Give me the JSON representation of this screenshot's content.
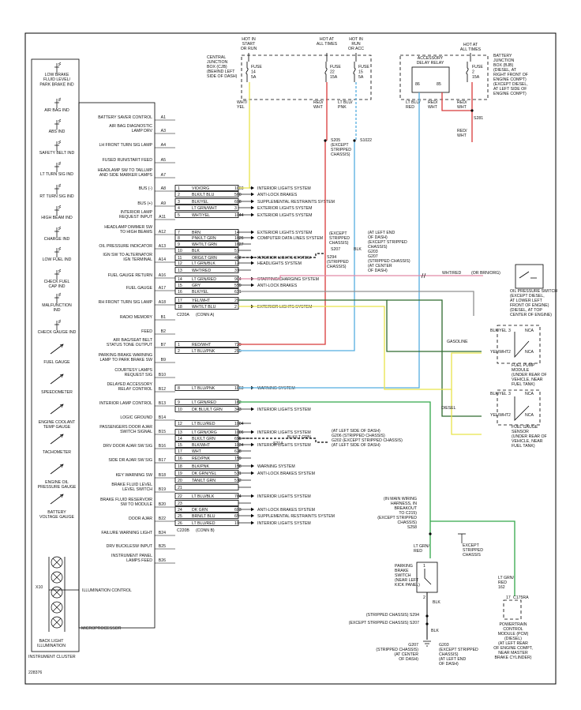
{
  "cluster": {
    "title": "INSTRUMENT CLUSTER",
    "microprocessor": "MICROPROCESSOR",
    "connectors": [
      "C220A",
      "(CONN A)",
      "C220B",
      "(CONN B)"
    ],
    "x10": "X10",
    "left_items": [
      [
        "LOW BRAKE",
        "FLUID LEVEL/",
        "PARK BRAKE IND"
      ],
      [
        "AIR BAG IND"
      ],
      [
        "ABS IND"
      ],
      [
        "SAFETY BELT IND"
      ],
      [
        "LT TURN SIG IND"
      ],
      [
        "RT TURN SIG IND"
      ],
      [
        "HIGH BEAM IND"
      ],
      [
        "CHARGE IND"
      ],
      [
        "LOW FUEL IND"
      ],
      [
        "CHECK FUEL",
        "CAP IND"
      ],
      [
        "MALFUNCTION",
        "IND"
      ],
      [
        "CHECK GAUGE IND"
      ],
      [
        "FUEL GAUGE"
      ],
      [
        "SPEEDOMETER"
      ],
      [
        "ENGINE COOLANT",
        "TEMP GAUGE"
      ],
      [
        "TACHOMETER"
      ],
      [
        "ENGINE OIL",
        "PRESSURE GAUGE"
      ],
      [
        "BATTERY",
        "VOLTAGE GAUGE"
      ]
    ],
    "illumination": "ILLUMINATION CONTROL",
    "backlight": [
      "BACK LIGHT",
      "ILLUMINATION"
    ]
  },
  "pins": [
    {
      "pin": "A1",
      "label": [
        "BATTERY SAVER CONTROL"
      ]
    },
    {
      "pin": "A3",
      "label": [
        "AIR BAG DIAGNOSTIC",
        "LAMP DRV"
      ]
    },
    {
      "pin": "A4",
      "label": [
        "LH FRONT TURN SIG LAMP"
      ]
    },
    {
      "pin": "A5",
      "label": [
        "FUSED RUN/START FEED"
      ]
    },
    {
      "pin": "A7",
      "label": [
        "HEADLAMP SW TO TAILLMP",
        "AND SIDE MARKER LAMPS"
      ]
    },
    {
      "pin": "A8",
      "label": [
        "BUS (-)"
      ]
    },
    {
      "pin": "A9",
      "label": [
        "BUS (+)"
      ]
    },
    {
      "pin": "A11",
      "label": [
        "INTERIOR LAMP",
        "REQUEST INPUT"
      ]
    },
    {
      "pin": "A12",
      "label": [
        "HEADLAMP DIMMER SW",
        "TO HIGH BEAMS"
      ]
    },
    {
      "pin": "A13",
      "label": [
        "OIL PRESSURE INDICATOR"
      ]
    },
    {
      "pin": "A14",
      "label": [
        "IGN SW TO ALTERNATOR",
        "IGN TERMINAL"
      ]
    },
    {
      "pin": "A16",
      "label": [
        "FUEL GAUGE RETURN"
      ]
    },
    {
      "pin": "A17",
      "label": [
        "FUEL GAUGE"
      ]
    },
    {
      "pin": "A18",
      "label": [
        "RH FRONT TURN SIG LAMP"
      ]
    },
    {
      "pin": "B1",
      "label": [
        "RADIO MEMORY"
      ]
    },
    {
      "pin": "B2",
      "label": [
        "FEED"
      ]
    },
    {
      "pin": "B7",
      "label": [
        "AIR BAG/SEAT BELT",
        "STATUS TONE OUTPUT"
      ]
    },
    {
      "pin": "B9",
      "label": [
        "PARKING BRAKE WARNING",
        "LAMP TO PARK BRAKE SW"
      ]
    },
    {
      "pin": "B10",
      "label": [
        "COURTESY LAMPS",
        "REQUEST SIG"
      ]
    },
    {
      "pin": "B12",
      "label": [
        "DELAYED ACCESSORY",
        "RELAY CONTROL"
      ]
    },
    {
      "pin": "B13",
      "label": [
        "INTERIOR LAMP CONTROL"
      ]
    },
    {
      "pin": "B14",
      "label": [
        "LOGIC GROUND"
      ]
    },
    {
      "pin": "B15",
      "label": [
        "PASSENGERS DOOR AJAR",
        "SWITCH SIGNAL"
      ]
    },
    {
      "pin": "B16",
      "label": [
        "DRV DOOR AJAR SW SIG"
      ]
    },
    {
      "pin": "B17",
      "label": [
        "SIDE DR AJAR SW SIG"
      ]
    },
    {
      "pin": "B18",
      "label": [
        "KEY WARNING SW"
      ]
    },
    {
      "pin": "B19",
      "label": [
        "BRAKE FLUID LEVEL",
        "LEVEL SWITCH"
      ]
    },
    {
      "pin": "B20",
      "label": [
        "BRAKE FLUID RESERVOIR",
        "SW TO MODULE"
      ]
    },
    {
      "pin": "B22",
      "label": [
        "DOOR AJAR"
      ]
    },
    {
      "pin": "B24",
      "label": [
        "FAILURE WARNING LIGHT"
      ]
    },
    {
      "pin": "B25",
      "label": [
        "DRV BUCKLESW INPUT"
      ]
    },
    {
      "pin": "B26",
      "label": [
        "INSTRUMENT PANEL",
        "LAMPS FEED"
      ]
    }
  ],
  "connA": [
    {
      "n": "1",
      "color": "VIO/ORG",
      "circuit": "1003",
      "dest": "INTERIOR LIGHTS SYSTEM"
    },
    {
      "n": "2",
      "color": "BLK/LT BLU",
      "circuit": "560",
      "dest": "ANTI-LOCK BRAKES"
    },
    {
      "n": "3",
      "color": "BLK/YEL",
      "circuit": "608",
      "dest": "SUPPLEMENTAL RESTRAINTS SYSTEM"
    },
    {
      "n": "4",
      "color": "LT GRN/WHT",
      "circuit": "3",
      "dest": "EXTERIOR LIGHTS SYSTEM"
    },
    {
      "n": "5",
      "color": "WHT/YEL",
      "circuit": "1044",
      "dest": "EXTERIOR LIGHTS SYSTEM"
    },
    {
      "n": "7",
      "color": "BRN",
      "circuit": "14",
      "dest": "EXTERIOR LIGHTS SYSTEM"
    },
    {
      "n": "8",
      "color": "PNK/LT GRN",
      "circuit": "1626",
      "dest": "COMPUTER DATA LINES SYSTEM"
    },
    {
      "n": "9",
      "color": "WHT/LT GRN",
      "circuit": "1627",
      "dest": ""
    },
    {
      "n": "10",
      "color": "BLK",
      "circuit": "57",
      "dest": ""
    },
    {
      "n": "11",
      "color": "ORG/LT GRN",
      "circuit": "402",
      "dest": "INTERIOR LIGHTS SYSTEM"
    },
    {
      "n": "12",
      "color": "LT GRN/BLK",
      "circuit": "12",
      "dest": "HEADLIGHTS SYSTEM"
    },
    {
      "n": "13",
      "color": "WHT/RED",
      "circuit": "31",
      "dest": ""
    },
    {
      "n": "14",
      "color": "LT GRN/RED",
      "circuit": "904",
      "dest": "STARTING/CHARGING SYSTEM"
    },
    {
      "n": "15",
      "color": "GRY",
      "circuit": "559",
      "dest": "ANTI-LOCK BRAKES"
    },
    {
      "n": "16",
      "color": "BLK/YEL",
      "circuit": "631",
      "dest": ""
    },
    {
      "n": "17",
      "color": "YEL/WHT",
      "circuit": "29",
      "dest": ""
    },
    {
      "n": "18",
      "color": "WHT/LT BLU",
      "circuit": "2",
      "dest": "EXTERIOR LIGHTS SYSTEM"
    }
  ],
  "connB": [
    {
      "n": "1",
      "color": "RED/WHT",
      "circuit": "729",
      "dest": ""
    },
    {
      "n": "2",
      "color": "LT BLU/PNK",
      "circuit": "295",
      "dest": ""
    },
    {
      "n": "8",
      "color": "LT BLU/PNK",
      "circuit": "1063",
      "dest": "WARNING SYSTEM"
    },
    {
      "n": "9",
      "color": "LT GRN/RED",
      "circuit": "162",
      "dest": ""
    },
    {
      "n": "10",
      "color": "DK BLU/LT GRN",
      "circuit": "343",
      "dest": "INTERIOR LIGHTS SYSTEM"
    },
    {
      "n": "12",
      "color": "LT BLU/RED",
      "circuit": "1004",
      "dest": ""
    },
    {
      "n": "13",
      "color": "LT GRN/ORG",
      "circuit": "1006",
      "dest": "INTERIOR LIGHTS SYSTEM"
    },
    {
      "n": "14",
      "color": "BLK/LT GRN",
      "circuit": "695",
      "dest": ""
    },
    {
      "n": "15",
      "color": "BLK/WHT",
      "circuit": "1034",
      "dest": "INTERIOR LIGHTS SYSTEM"
    },
    {
      "n": "17",
      "color": "WHT",
      "circuit": "628",
      "dest": ""
    },
    {
      "n": "16",
      "color": "RED/PNK",
      "circuit": "159",
      "dest": ""
    },
    {
      "n": "18",
      "color": "BLK/PNK",
      "circuit": "158",
      "dest": "WARNING SYSTEM"
    },
    {
      "n": "19",
      "color": "DK GRN/YEL",
      "circuit": "531",
      "dest": "ANTI-LOCK BRAKES SYSTEM"
    },
    {
      "n": "20",
      "color": "TAN/LT GRN",
      "circuit": "512",
      "dest": ""
    },
    {
      "n": "21",
      "color": "",
      "circuit": "",
      "dest": ""
    },
    {
      "n": "22",
      "color": "LT BLU/BLK",
      "circuit": "784",
      "dest": "INTERIOR LIGHTS SYSTEM"
    },
    {
      "n": "23",
      "color": "",
      "circuit": "",
      "dest": ""
    },
    {
      "n": "24",
      "color": "DK GRN",
      "circuit": "603",
      "dest": "ANTI-LOCK BRAKES SYSTEM"
    },
    {
      "n": "25",
      "color": "BRN/LT BLU",
      "circuit": "65",
      "dest": "SUPPLEMENTAL RESTRAINTS SYSTEM"
    },
    {
      "n": "26",
      "color": "LT BLU/RED",
      "circuit": "19",
      "dest": "INTERIOR LIGHTS SYSTEM"
    }
  ],
  "top": {
    "hot_start": [
      "HOT IN",
      "START",
      "OR RUN"
    ],
    "hot_all1": [
      "HOT AT",
      "ALL TIMES"
    ],
    "hot_run": [
      "HOT IN",
      "RUN",
      "OR ACC"
    ],
    "hot_all2": [
      "HOT AT",
      "ALL TIMES"
    ],
    "cjb": [
      "CENTRAL",
      "JUNCTION",
      "BOX (CJB)",
      "(BEHIND LEFT",
      "SIDE OF DASH)"
    ],
    "fuse14": [
      "FUSE",
      "14",
      "5A"
    ],
    "fuse22": [
      "FUSE",
      "22",
      "15A"
    ],
    "fuse15": [
      "FUSE",
      "15",
      "5A"
    ],
    "fuse2": [
      "FUSE",
      "2",
      "15A"
    ],
    "relay": [
      "ACCESSORY",
      "DELAY RELAY"
    ],
    "relay_pins": [
      "86",
      "85"
    ],
    "bjb": [
      "BATTERY",
      "JUNCTION",
      "BOX (BJB)",
      "(DIESEL, AT",
      "RIGHT FRONT OF",
      "ENGINE COMPT)",
      "(EXCEPT DIESEL,",
      "AT LEFT SIDE OF",
      "ENGINE COMPT)"
    ],
    "w_whtyel": [
      "WHT/",
      "YEL"
    ],
    "w_redwht": [
      "RED/",
      "WHT"
    ],
    "w_ltblupnk": [
      "LT BLU/",
      "PNK"
    ],
    "w_ltblured": [
      "LT BLU/",
      "RED"
    ],
    "w_redwht2": [
      "RED/",
      "WHT"
    ],
    "w_redwht3": [
      "RED/",
      "WHT"
    ],
    "w_redwht4": [
      "RED/",
      "WHT"
    ],
    "s205": [
      "S205",
      "(EXCEPT",
      "STRIPPED",
      "CHASSIS)"
    ],
    "s1022": "S1022",
    "s281": "S281"
  },
  "mid": {
    "s207_note": [
      "(EXCEPT",
      "STRIPPED",
      "CHASSIS)"
    ],
    "s207": "S207",
    "blk": "BLK",
    "s294": [
      "S294",
      "(STRIPPED",
      "CHASSIS)"
    ],
    "g203_note": [
      "(AT LEFT END",
      "OF DASH)",
      "(EXCEPT STRIPPED",
      "CHASSIS)",
      "G203",
      "G207",
      "(STRIPPED CHASSIS)",
      "(AT CENTER",
      "OF DASH)"
    ],
    "blk_ltgrn": "BLK/LT GRN",
    "g206": [
      "(AT LEFT SIDE OF DASH)",
      "G206  (STRIPPED CHASSIS)",
      "G202  (EXCEPT STRIPPED CHASSIS)",
      "(AT LEFT SIDE OF DASH)"
    ],
    "s214": "S214",
    "whtred": "WHT/RED",
    "brnorg": "(OR BRN/ORG)"
  },
  "right": {
    "oil": [
      "OIL PRESSURE SWITCH",
      "(EXCEPT DIESEL,",
      "AT LOWER LEFT",
      "FRONT OF ENGINE)",
      "(DIESEL, AT TOP",
      "CENTER OF ENGINE)"
    ],
    "gasoline": "GASOLINE",
    "diesel": "DIESEL",
    "pump": [
      "FUEL PUMP",
      "MODULE",
      "(UNDER REAR OF",
      "VEHICLE, NEAR",
      "FUEL TANK)"
    ],
    "sender": [
      "FUEL GAUGE",
      "SENSOR",
      "(UNDER REAR OF",
      "VEHICLE, NEAR",
      "FUEL TANK)"
    ],
    "blkyel": "BLK/YEL",
    "yelwht": "YEL/WHT",
    "nca": "NCA",
    "pin3": "3",
    "pin2": "2",
    "s258": [
      "(IN MAIN WIRING",
      "HARNESS, IN",
      "BREAKOUT",
      "TO C215)",
      "(EXCEPT STRIPPED",
      "CHASSIS)",
      "S258"
    ],
    "ltgrnred": [
      "LT GRN/",
      "RED"
    ],
    "ltgrnred2": [
      "LT GRN/",
      "RED",
      "162"
    ],
    "except_stripped": [
      "EXCEPT",
      "STRIPPED",
      "CHASSIS"
    ],
    "pbswitch": [
      "PARKING",
      "BRAKE",
      "SWITCH",
      "(NEAR LEFT",
      "KICK PANEL)"
    ],
    "pb_pins": [
      "1",
      "2"
    ],
    "blk2": "BLK",
    "s294b": "(STRIPPED CHASSIS)  S294",
    "s207b": "(EXCEPT STRIPPED CHASSIS)  S207",
    "blk3": "BLK",
    "g207": [
      "G207",
      "(STRIPPED CHASSIS)",
      "(AT CENTER",
      "OF DASH)"
    ],
    "g203": [
      "G203",
      "(EXCEPT STRIPPED",
      "CHASSIS)",
      "(AT LEFT END",
      "OF DASH)"
    ],
    "pcm_pin": "17",
    "c175ra": "C175RA",
    "pcm": [
      "POWERTRAIN",
      "CONTROL",
      "MODULE (PCM)",
      "(DIESEL)",
      "(AT LEFT REAR",
      "OF ENGINE COMPT,",
      "NEAR MASTER",
      "BRAKE CYLINDER)"
    ]
  },
  "footer_id": "228376",
  "colors": {
    "yellow": "#e8e34a",
    "red": "#d83a3a",
    "lightblue": "#55aee0",
    "green": "#33a84a",
    "gray": "#909090",
    "pink": "#e28aa8",
    "darkgreen": "#2f6b2f",
    "black": "#000000"
  }
}
